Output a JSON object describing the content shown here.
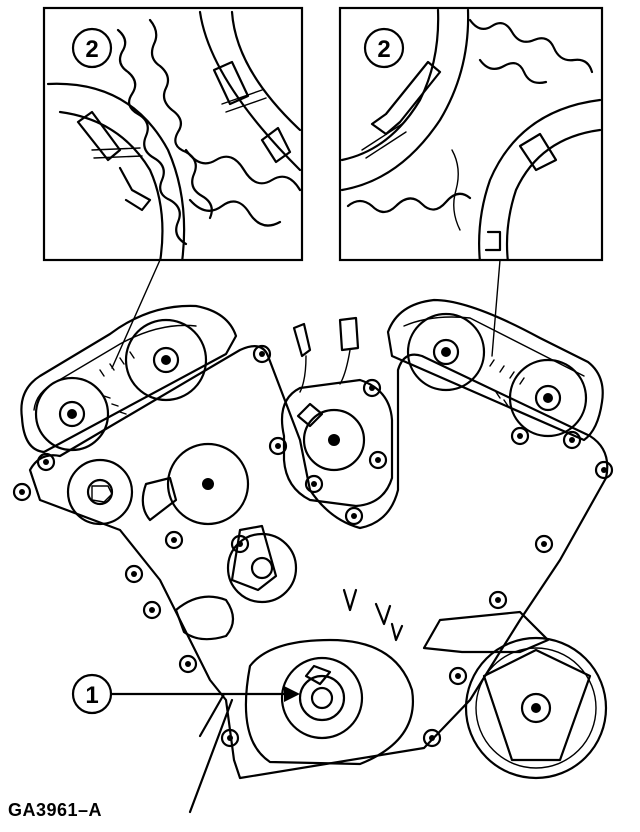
{
  "figure": {
    "id_label": "GA3961–A"
  },
  "callouts": {
    "inset_left_label": "2",
    "inset_right_label": "2",
    "crank_label": "1"
  }
}
